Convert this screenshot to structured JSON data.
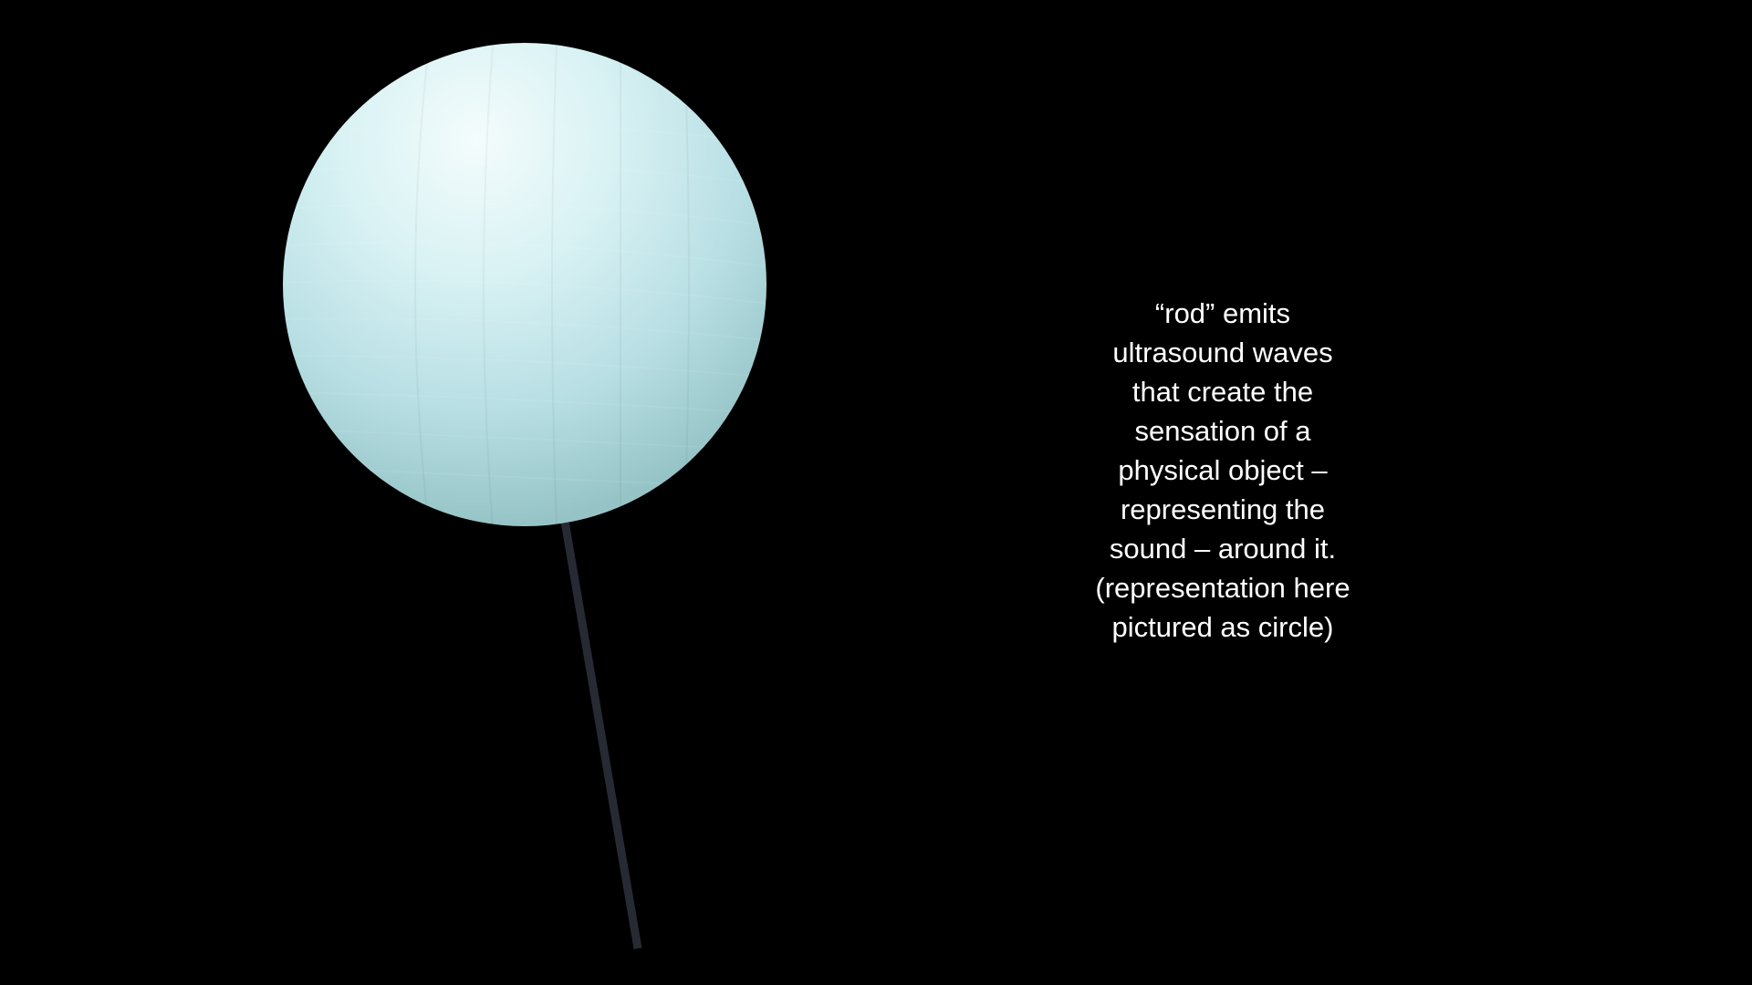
{
  "caption": {
    "lines": [
      "“rod” emits",
      "ultrasound waves",
      "that create the",
      "sensation of a",
      "physical object  –",
      "representing the",
      "sound – around it.",
      "(representation here",
      "pictured as circle)"
    ]
  },
  "colors": {
    "background": "#000000",
    "text": "#ffffff",
    "sphere_highlight": "#f2fbfb",
    "sphere_mid": "#c8e9ef",
    "sphere_shadow": "#9dc9cc",
    "rod": "#262a33"
  },
  "icons": {
    "sphere": "sphere-icon",
    "rod": "rod-icon"
  }
}
